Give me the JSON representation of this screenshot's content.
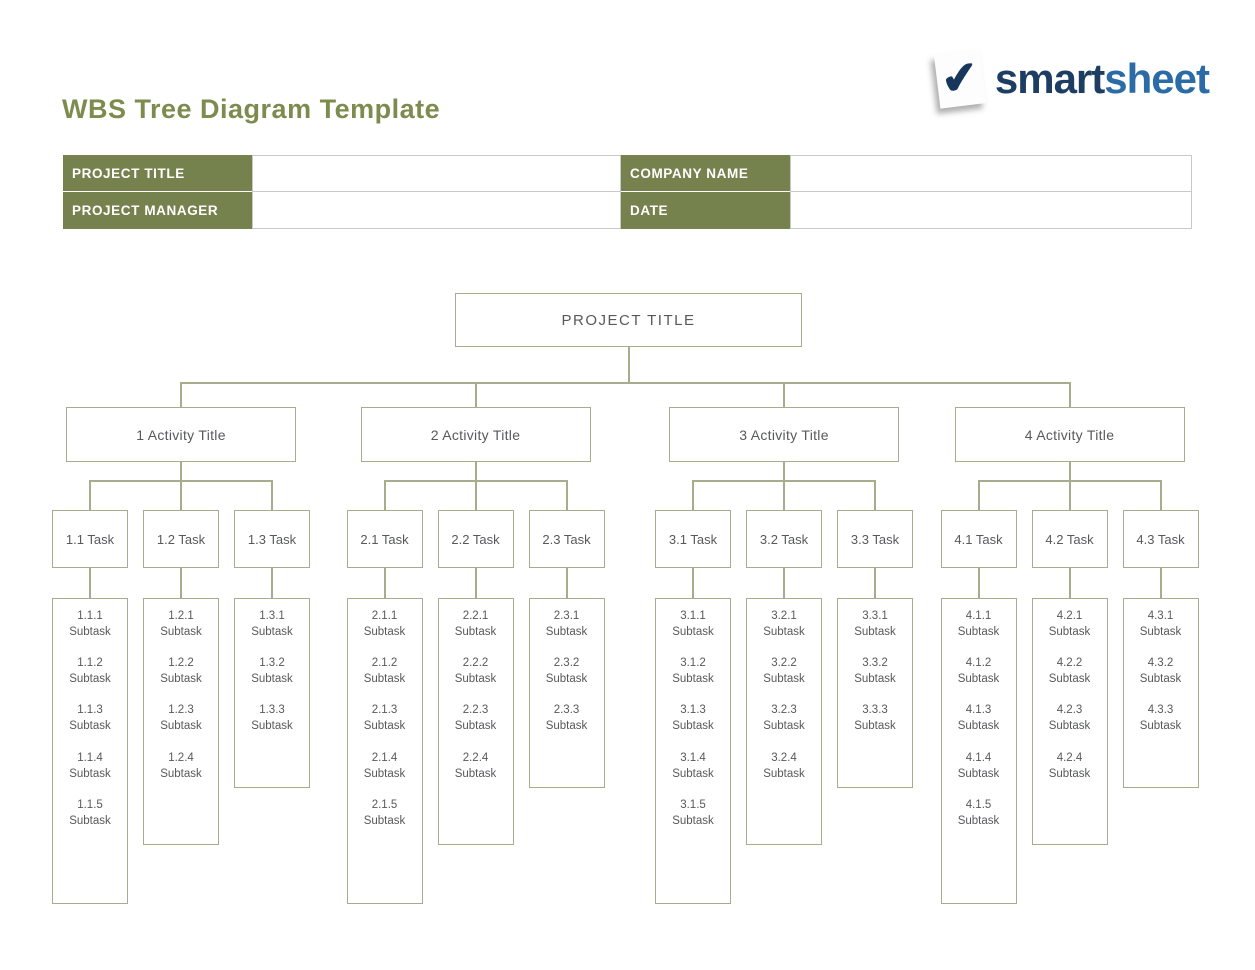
{
  "page_title": "WBS Tree Diagram Template",
  "logo": {
    "icon": "check-icon",
    "check_glyph": "✔",
    "brand_bold": "smart",
    "brand_light": "sheet"
  },
  "form": {
    "fields": [
      {
        "label": "PROJECT TITLE",
        "value": ""
      },
      {
        "label": "COMPANY NAME",
        "value": ""
      },
      {
        "label": "PROJECT MANAGER",
        "value": ""
      },
      {
        "label": "DATE",
        "value": ""
      }
    ]
  },
  "colors": {
    "accent_olive": "#76824E",
    "title_green": "#7D8B4E",
    "tree_line": "#A6AD8C",
    "text_gray": "#58595B",
    "brand_navy": "#1D3D63",
    "brand_blue": "#2C6CA6"
  },
  "tree": {
    "root": "PROJECT TITLE",
    "activities": [
      {
        "label": "1 Activity Title",
        "tasks": [
          {
            "label": "1.1 Task",
            "subtasks": [
              "1.1.1 Subtask",
              "1.1.2 Subtask",
              "1.1.3 Subtask",
              "1.1.4 Subtask",
              "1.1.5 Subtask"
            ]
          },
          {
            "label": "1.2 Task",
            "subtasks": [
              "1.2.1 Subtask",
              "1.2.2 Subtask",
              "1.2.3 Subtask",
              "1.2.4 Subtask"
            ]
          },
          {
            "label": "1.3 Task",
            "subtasks": [
              "1.3.1 Subtask",
              "1.3.2 Subtask",
              "1.3.3 Subtask"
            ]
          }
        ]
      },
      {
        "label": "2 Activity Title",
        "tasks": [
          {
            "label": "2.1 Task",
            "subtasks": [
              "2.1.1 Subtask",
              "2.1.2 Subtask",
              "2.1.3 Subtask",
              "2.1.4 Subtask",
              "2.1.5 Subtask"
            ]
          },
          {
            "label": "2.2 Task",
            "subtasks": [
              "2.2.1 Subtask",
              "2.2.2 Subtask",
              "2.2.3 Subtask",
              "2.2.4 Subtask"
            ]
          },
          {
            "label": "2.3 Task",
            "subtasks": [
              "2.3.1 Subtask",
              "2.3.2 Subtask",
              "2.3.3 Subtask"
            ]
          }
        ]
      },
      {
        "label": "3 Activity Title",
        "tasks": [
          {
            "label": "3.1 Task",
            "subtasks": [
              "3.1.1 Subtask",
              "3.1.2 Subtask",
              "3.1.3 Subtask",
              "3.1.4 Subtask",
              "3.1.5 Subtask"
            ]
          },
          {
            "label": "3.2 Task",
            "subtasks": [
              "3.2.1 Subtask",
              "3.2.2 Subtask",
              "3.2.3 Subtask",
              "3.2.4 Subtask"
            ]
          },
          {
            "label": "3.3 Task",
            "subtasks": [
              "3.3.1 Subtask",
              "3.3.2 Subtask",
              "3.3.3 Subtask"
            ]
          }
        ]
      },
      {
        "label": "4 Activity Title",
        "tasks": [
          {
            "label": "4.1 Task",
            "subtasks": [
              "4.1.1 Subtask",
              "4.1.2 Subtask",
              "4.1.3 Subtask",
              "4.1.4 Subtask",
              "4.1.5 Subtask"
            ]
          },
          {
            "label": "4.2 Task",
            "subtasks": [
              "4.2.1 Subtask",
              "4.2.2 Subtask",
              "4.2.3 Subtask",
              "4.2.4 Subtask"
            ]
          },
          {
            "label": "4.3 Task",
            "subtasks": [
              "4.3.1 Subtask",
              "4.3.2 Subtask",
              "4.3.3 Subtask"
            ]
          }
        ]
      }
    ]
  }
}
